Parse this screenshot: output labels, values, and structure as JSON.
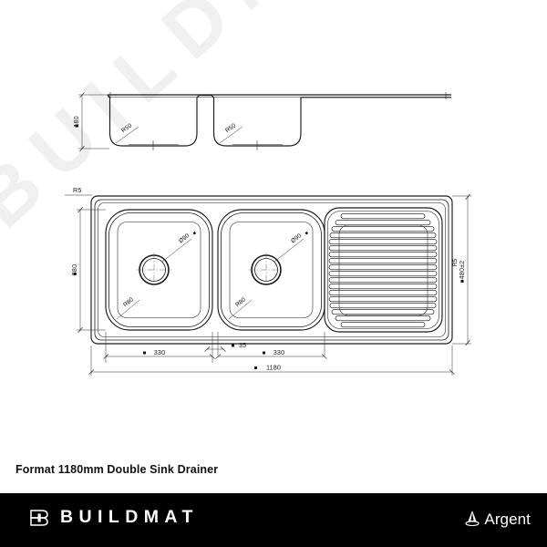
{
  "product": {
    "caption": "Format 1180mm Double Sink Drainer"
  },
  "footer": {
    "brand_name": "BUILDMAT",
    "partner_name": "Argent",
    "background_color": "#000000",
    "text_color": "#ffffff"
  },
  "watermark": {
    "text": "BUILDMAT",
    "color": "#f0f0f0"
  },
  "drawing": {
    "line_color": "#1a1a1a",
    "elevation": {
      "dim_height": "180",
      "radius_left": "R50",
      "radius_right": "R50"
    },
    "plan": {
      "corner_radius": "R5",
      "dim_bowl_depth": "380",
      "dim_overall_height": "480±2",
      "dim_bowl_left_width": "330",
      "dim_gap": "35",
      "dim_bowl_right_width": "330",
      "dim_overall_width": "1180",
      "waste_left": "Ø90",
      "waste_right": "Ø90",
      "bowl_radius_left": "R80",
      "bowl_radius_right": "R80",
      "side_label": "R5"
    }
  }
}
